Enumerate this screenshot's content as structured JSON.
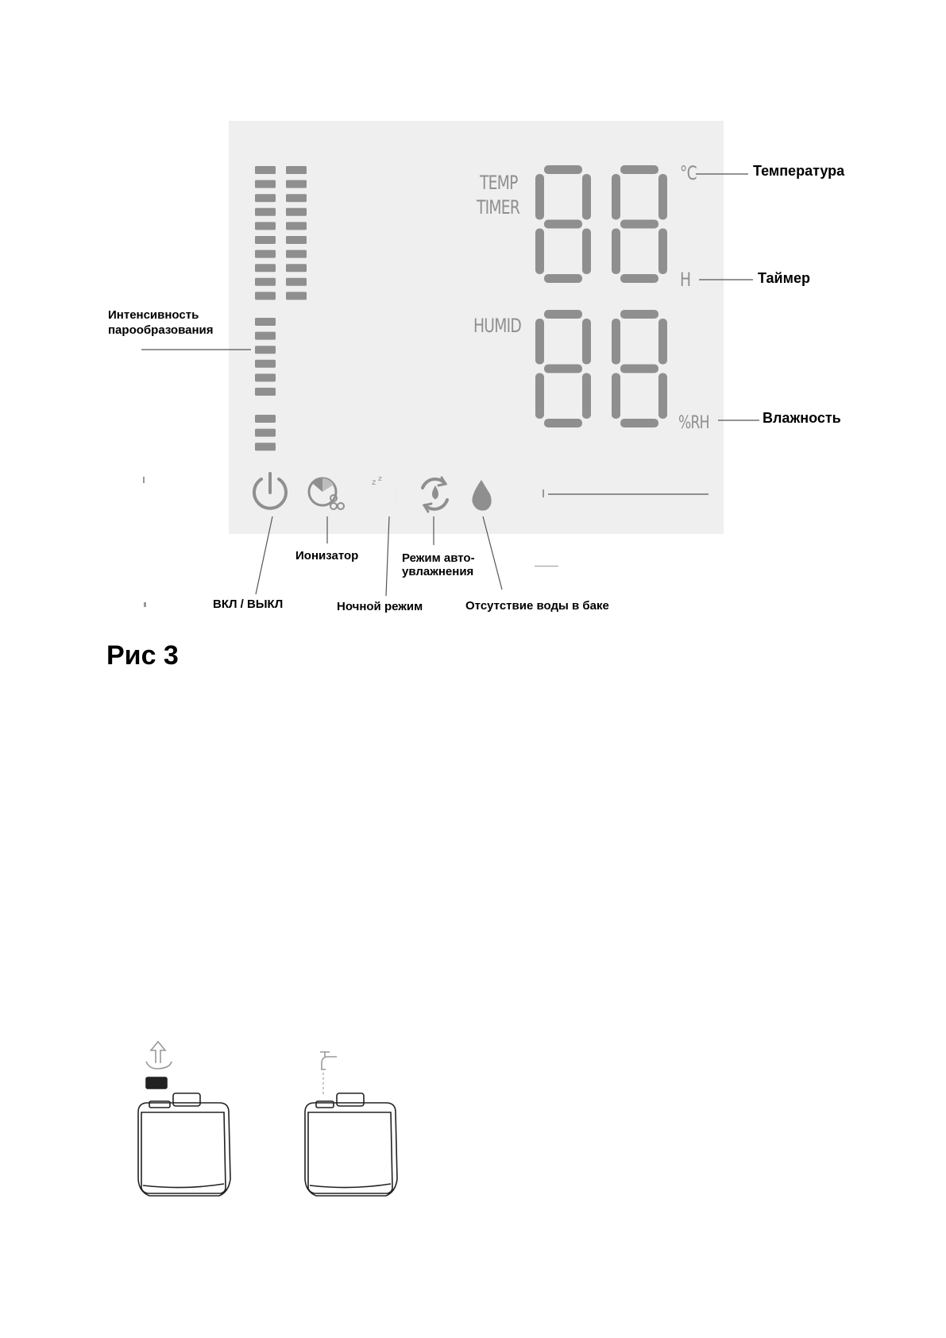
{
  "figure": {
    "caption": "Рис 3"
  },
  "display": {
    "background": "#efefef",
    "segment_color": "#8f8f8f",
    "labels": {
      "temp": "TEMP",
      "timer": "TIMER",
      "celsius": "°C",
      "hours": "H",
      "humid": "HUMID",
      "rh": "%RH"
    },
    "icons": [
      "power-icon",
      "ionizer-icon",
      "night-mode-icon",
      "auto-humidify-icon",
      "water-drop-icon"
    ]
  },
  "callouts": {
    "temperature": "Температура",
    "timer": "Таймер",
    "humidity": "Влажность",
    "intensity_line1": "Интенсивность",
    "intensity_line2": "парообразования",
    "power": "ВКЛ / ВЫКЛ",
    "ionizer": "Ионизатор",
    "night": "Ночной режим",
    "auto_line1": "Режим авто-",
    "auto_line2": "увлажнения",
    "no_water": "Отсутствие воды в баке"
  }
}
